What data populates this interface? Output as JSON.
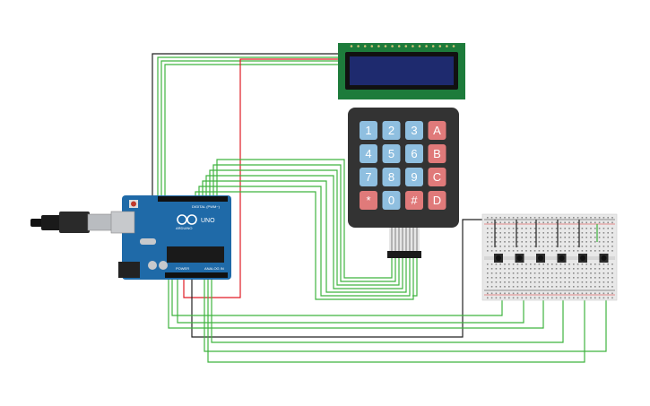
{
  "colors": {
    "wire_green": "#3fb33f",
    "wire_red": "#e01b24",
    "wire_black": "#222222",
    "arduino_blue": "#1f6aa8",
    "lcd_pcb": "#1d7b3b",
    "lcd_screen": "#1e2a6e",
    "keypad_body": "#333333",
    "key_blue": "#8fbfe0",
    "key_red": "#e07a7a",
    "breadboard": "#e8e8e8"
  },
  "arduino": {
    "model_label": "UNO",
    "brand_label": "ARDUINO",
    "digital_label": "DIGITAL (PWM~)",
    "power_label": "POWER",
    "analog_label": "ANALOG IN"
  },
  "keypad": {
    "keys": [
      {
        "label": "1",
        "kind": "num"
      },
      {
        "label": "2",
        "kind": "num"
      },
      {
        "label": "3",
        "kind": "num"
      },
      {
        "label": "A",
        "kind": "letter"
      },
      {
        "label": "4",
        "kind": "num"
      },
      {
        "label": "5",
        "kind": "num"
      },
      {
        "label": "6",
        "kind": "num"
      },
      {
        "label": "B",
        "kind": "letter"
      },
      {
        "label": "7",
        "kind": "num"
      },
      {
        "label": "8",
        "kind": "num"
      },
      {
        "label": "9",
        "kind": "num"
      },
      {
        "label": "C",
        "kind": "letter"
      },
      {
        "label": "*",
        "kind": "letter"
      },
      {
        "label": "0",
        "kind": "num"
      },
      {
        "label": "#",
        "kind": "letter"
      },
      {
        "label": "D",
        "kind": "letter"
      }
    ]
  },
  "breadboard": {
    "button_count": 6
  }
}
